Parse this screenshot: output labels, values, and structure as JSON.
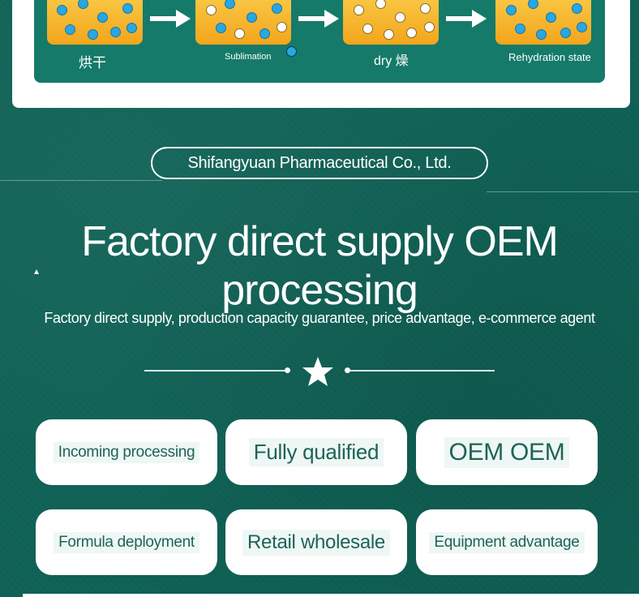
{
  "process": {
    "stages": [
      {
        "label": "烘干"
      },
      {
        "label": "Sublimation"
      },
      {
        "label": "dry 燥"
      },
      {
        "label": "Rehydration state"
      }
    ]
  },
  "company_name": "Shifangyuan Pharmaceutical Co., Ltd.",
  "headline": "Factory direct supply OEM processing",
  "subheadline": "Factory direct supply, production capacity guarantee, price advantage, e-commerce agent",
  "features": [
    {
      "label": "Incoming processing"
    },
    {
      "label": "Fully qualified"
    },
    {
      "label": "OEM OEM"
    },
    {
      "label": "Formula deployment"
    },
    {
      "label": "Retail wholesale"
    },
    {
      "label": "Equipment advantage"
    }
  ],
  "colors": {
    "background": "#0f6155",
    "panel": "#157a6a",
    "jar": "#f2a51b",
    "particle_blue": "#2aa7e0",
    "card": "#ffffff"
  },
  "icons": [
    "star-icon",
    "arrow-right-icon"
  ]
}
